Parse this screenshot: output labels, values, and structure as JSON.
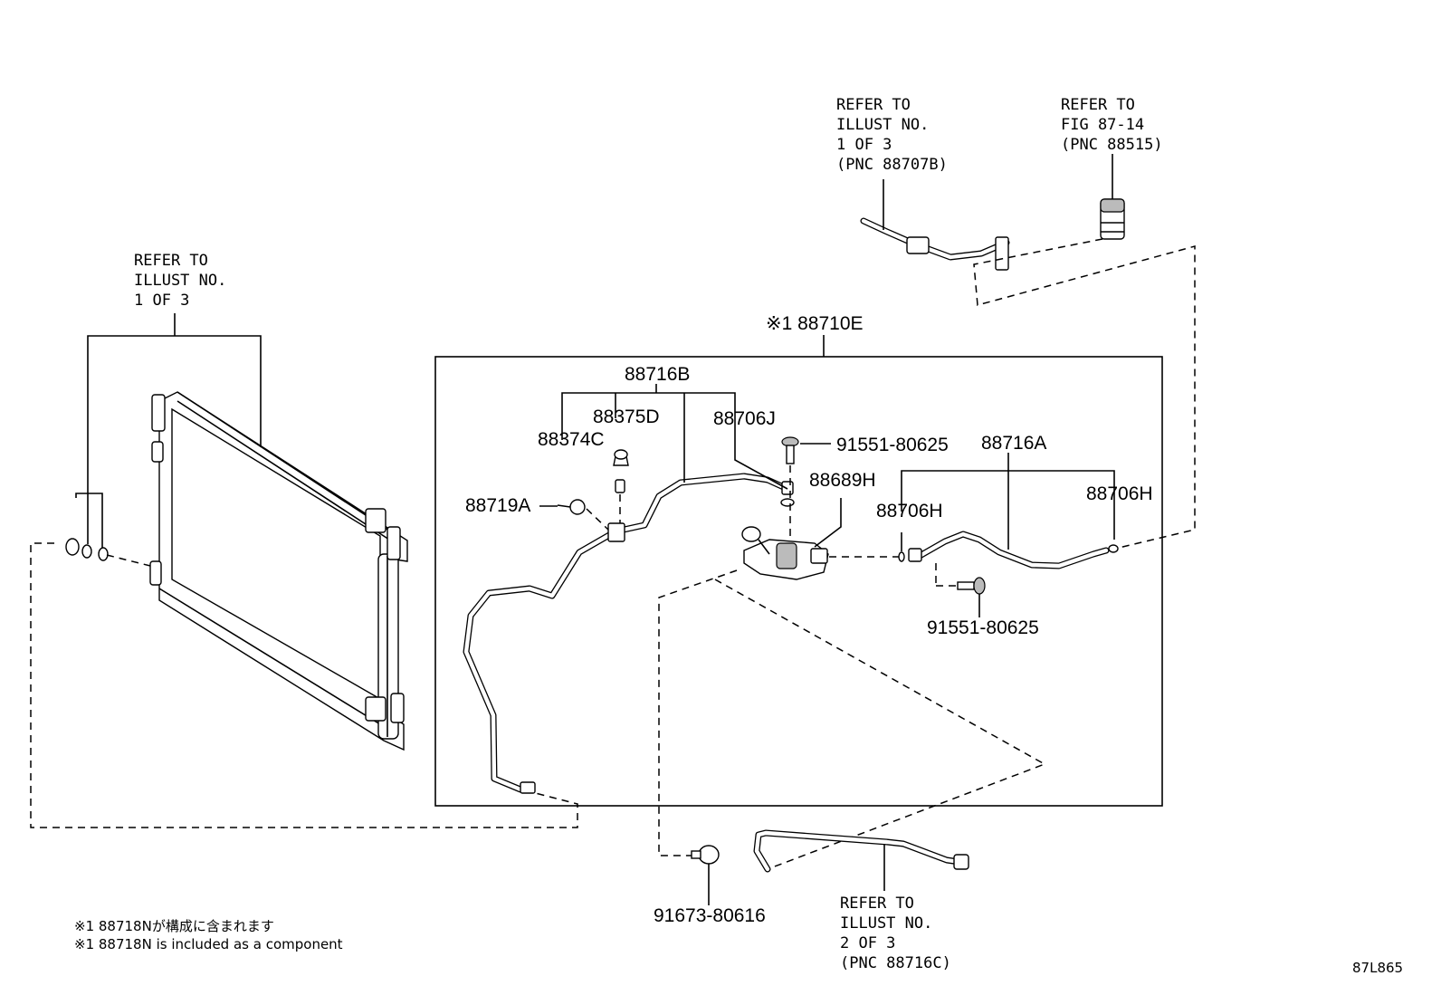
{
  "refs": {
    "pnc_88707b": [
      "REFER TO",
      "ILLUST NO.",
      "1 OF 3",
      "(PNC 88707B)"
    ],
    "fig_87_14": [
      "REFER TO",
      "FIG 87-14",
      "(PNC 88515)"
    ],
    "condenser": [
      "REFER TO",
      "ILLUST NO.",
      "1 OF 3"
    ],
    "pnc_88716c": [
      "REFER TO",
      "ILLUST NO.",
      "2 OF 3",
      "(PNC 88716C)"
    ]
  },
  "parts": {
    "p88710E": "※1 88710E",
    "p88716B": "88716B",
    "p88375D": "88375D",
    "p88374C": "88374C",
    "p88706J": "88706J",
    "p91551a": "91551-80625",
    "p88716A": "88716A",
    "p88689H": "88689H",
    "p88706Ha": "88706H",
    "p88706Hb": "88706H",
    "p88719A": "88719A",
    "p91551b": "91551-80625",
    "p91673": "91673-80616"
  },
  "notes": {
    "jp": "※1 88718Nが構成に含まれます",
    "en": "※1 88718N is included as a component"
  },
  "figure_id": "87L865"
}
